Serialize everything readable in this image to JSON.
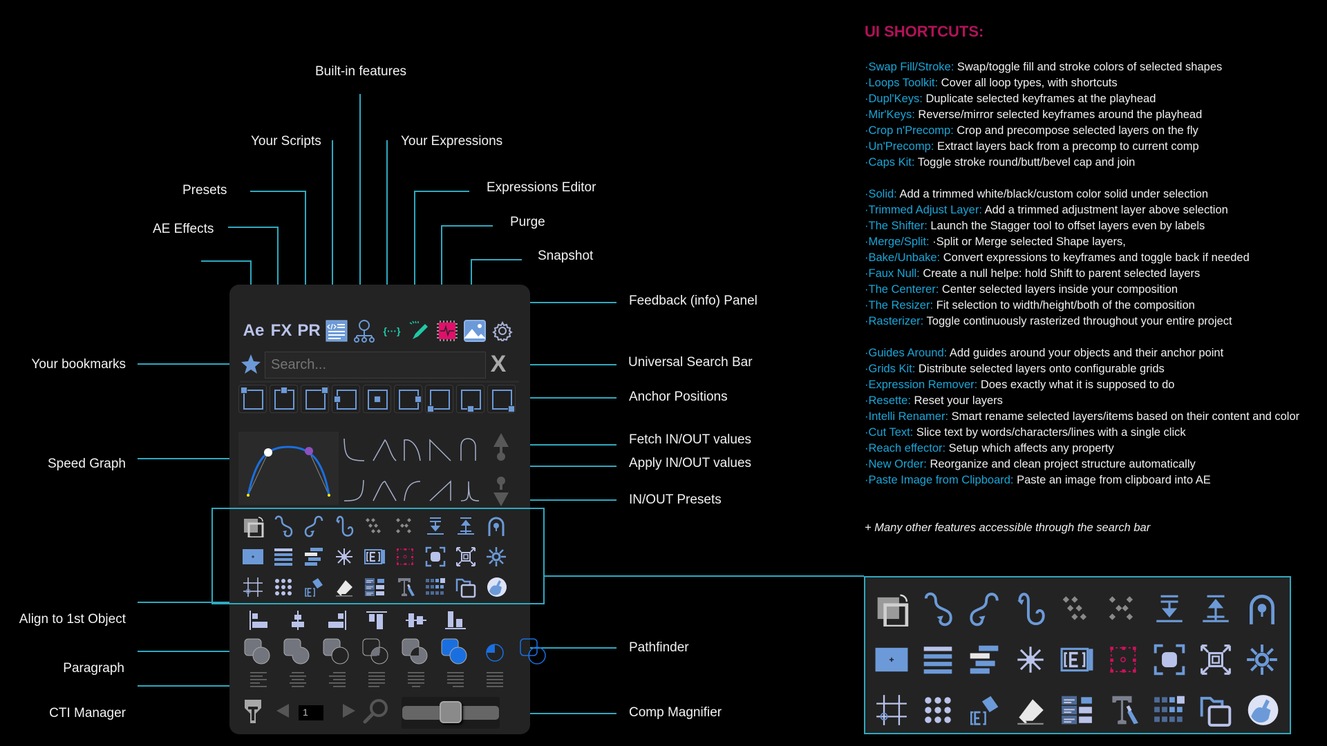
{
  "callouts": {
    "top": [
      {
        "id": "built-in",
        "label": "Built-in features"
      },
      {
        "id": "your-scripts",
        "label": "Your Scripts"
      },
      {
        "id": "your-expressions",
        "label": "Your Expressions"
      },
      {
        "id": "presets",
        "label": "Presets"
      },
      {
        "id": "expressions-editor",
        "label": "Expressions Editor"
      },
      {
        "id": "ae-effects",
        "label": "AE Effects"
      },
      {
        "id": "purge",
        "label": "Purge"
      },
      {
        "id": "snapshot",
        "label": "Snapshot"
      }
    ],
    "left": [
      {
        "id": "bookmarks",
        "label": "Your bookmarks"
      },
      {
        "id": "speed-graph",
        "label": "Speed Graph"
      },
      {
        "id": "align",
        "label": "Align to 1st Object"
      },
      {
        "id": "paragraph",
        "label": "Paragraph"
      },
      {
        "id": "cti",
        "label": "CTI Manager"
      }
    ],
    "right": [
      {
        "id": "feedback",
        "label": "Feedback (info) Panel"
      },
      {
        "id": "search",
        "label": "Universal Search Bar"
      },
      {
        "id": "anchor",
        "label": "Anchor Positions"
      },
      {
        "id": "fetch",
        "label": "Fetch IN/OUT values"
      },
      {
        "id": "apply",
        "label": "Apply IN/OUT values"
      },
      {
        "id": "inout-presets",
        "label": "IN/OUT Presets"
      },
      {
        "id": "pathfinder",
        "label": "Pathfinder"
      },
      {
        "id": "magnifier",
        "label": "Comp Magnifier"
      }
    ]
  },
  "panel": {
    "top_icons": [
      {
        "name": "ae-effects",
        "text": "Ae"
      },
      {
        "name": "fx-presets",
        "text": "FX"
      },
      {
        "name": "pr-presets",
        "text": "PR"
      },
      {
        "name": "scripts-icon"
      },
      {
        "name": "builtin-features-icon"
      },
      {
        "name": "expressions-icon",
        "text": "{···}"
      },
      {
        "name": "expressions-editor-icon"
      },
      {
        "name": "purge-icon"
      },
      {
        "name": "snapshot-icon"
      },
      {
        "name": "settings-icon"
      }
    ],
    "search": {
      "placeholder": "Search...",
      "clear_label": "X"
    },
    "anchors": [
      "top-left",
      "top-center",
      "top-right",
      "middle-left",
      "center",
      "middle-right",
      "bottom-left",
      "bottom-center",
      "bottom-right"
    ],
    "frame_value": "1",
    "magnifier_level": 0.5,
    "colors": {
      "accent": "#6c9ad8",
      "line": "#2fa9c0",
      "panel": "#232323",
      "title": "#b3125a",
      "key": "#1aa6d8",
      "graph_curve": "#1a6fe0"
    }
  },
  "shortcuts": {
    "title": "UI SHORTCUTS:",
    "groups": [
      [
        {
          "key": "·Swap Fill/Stroke:",
          "desc": " Swap/toggle fill and stroke colors of selected shapes"
        },
        {
          "key": "·Loops Toolkit:",
          "desc": " Cover all loop types, with shortcuts"
        },
        {
          "key": "·Dupl'Keys:",
          "desc": " Duplicate selected keyframes at the playhead"
        },
        {
          "key": "·Mir'Keys:",
          "desc": " Reverse/mirror selected keyframes around the playhead"
        },
        {
          "key": "·Crop n'Precomp:",
          "desc": " Crop and precompose selected layers on the fly"
        },
        {
          "key": "·Un'Precomp:",
          "desc": " Extract layers back from a precomp to current comp"
        },
        {
          "key": "·Caps Kit:",
          "desc": " Toggle stroke round/butt/bevel cap and join"
        }
      ],
      [
        {
          "key": "·Solid:",
          "desc": " Add a trimmed white/black/custom color solid under selection"
        },
        {
          "key": "·Trimmed Adjust Layer:",
          "desc": " Add a trimmed adjustment layer above selection"
        },
        {
          "key": "·The Shifter:",
          "desc": " Launch the Stagger tool to offset layers even by labels"
        },
        {
          "key": "·Merge/Split:",
          "desc": " ·Split or Merge selected Shape layers,"
        },
        {
          "key": "·Bake/Unbake:",
          "desc": " Convert expressions to keyframes and toggle back if needed"
        },
        {
          "key": "·Faux Null:",
          "desc": " Create a null helpe:  hold Shift to parent selected layers"
        },
        {
          "key": "·The Centerer:",
          "desc": " Center selected layers inside your composition"
        },
        {
          "key": "·The Resizer:",
          "desc": " Fit selection to width/height/both of the composition"
        },
        {
          "key": "·Rasterizer:",
          "desc": " Toggle continuously rasterized throughout your entire project"
        }
      ],
      [
        {
          "key": "·Guides Around:",
          "desc": " Add guides around your objects and their anchor point"
        },
        {
          "key": "·Grids Kit:",
          "desc": " Distribute selected layers onto configurable grids"
        },
        {
          "key": "·Expression Remover:",
          "desc": " Does exactly what it is supposed to do"
        },
        {
          "key": "·Resette:",
          "desc": " Reset your layers"
        },
        {
          "key": "·Intelli Renamer:",
          "desc": " Smart rename selected layers/items based on their content and color"
        },
        {
          "key": "·Cut Text:",
          "desc": " Slice text by words/characters/lines with a single click"
        },
        {
          "key": "·Reach effector:",
          "desc": " Setup which affects any property"
        },
        {
          "key": "·New Order:",
          "desc": " Reorganize and clean project structure automatically"
        },
        {
          "key": "·Paste Image from Clipboard:",
          "desc": " Paste an image from clipboard into AE"
        }
      ]
    ],
    "footer": "+  Many other features accessible through the search bar"
  }
}
